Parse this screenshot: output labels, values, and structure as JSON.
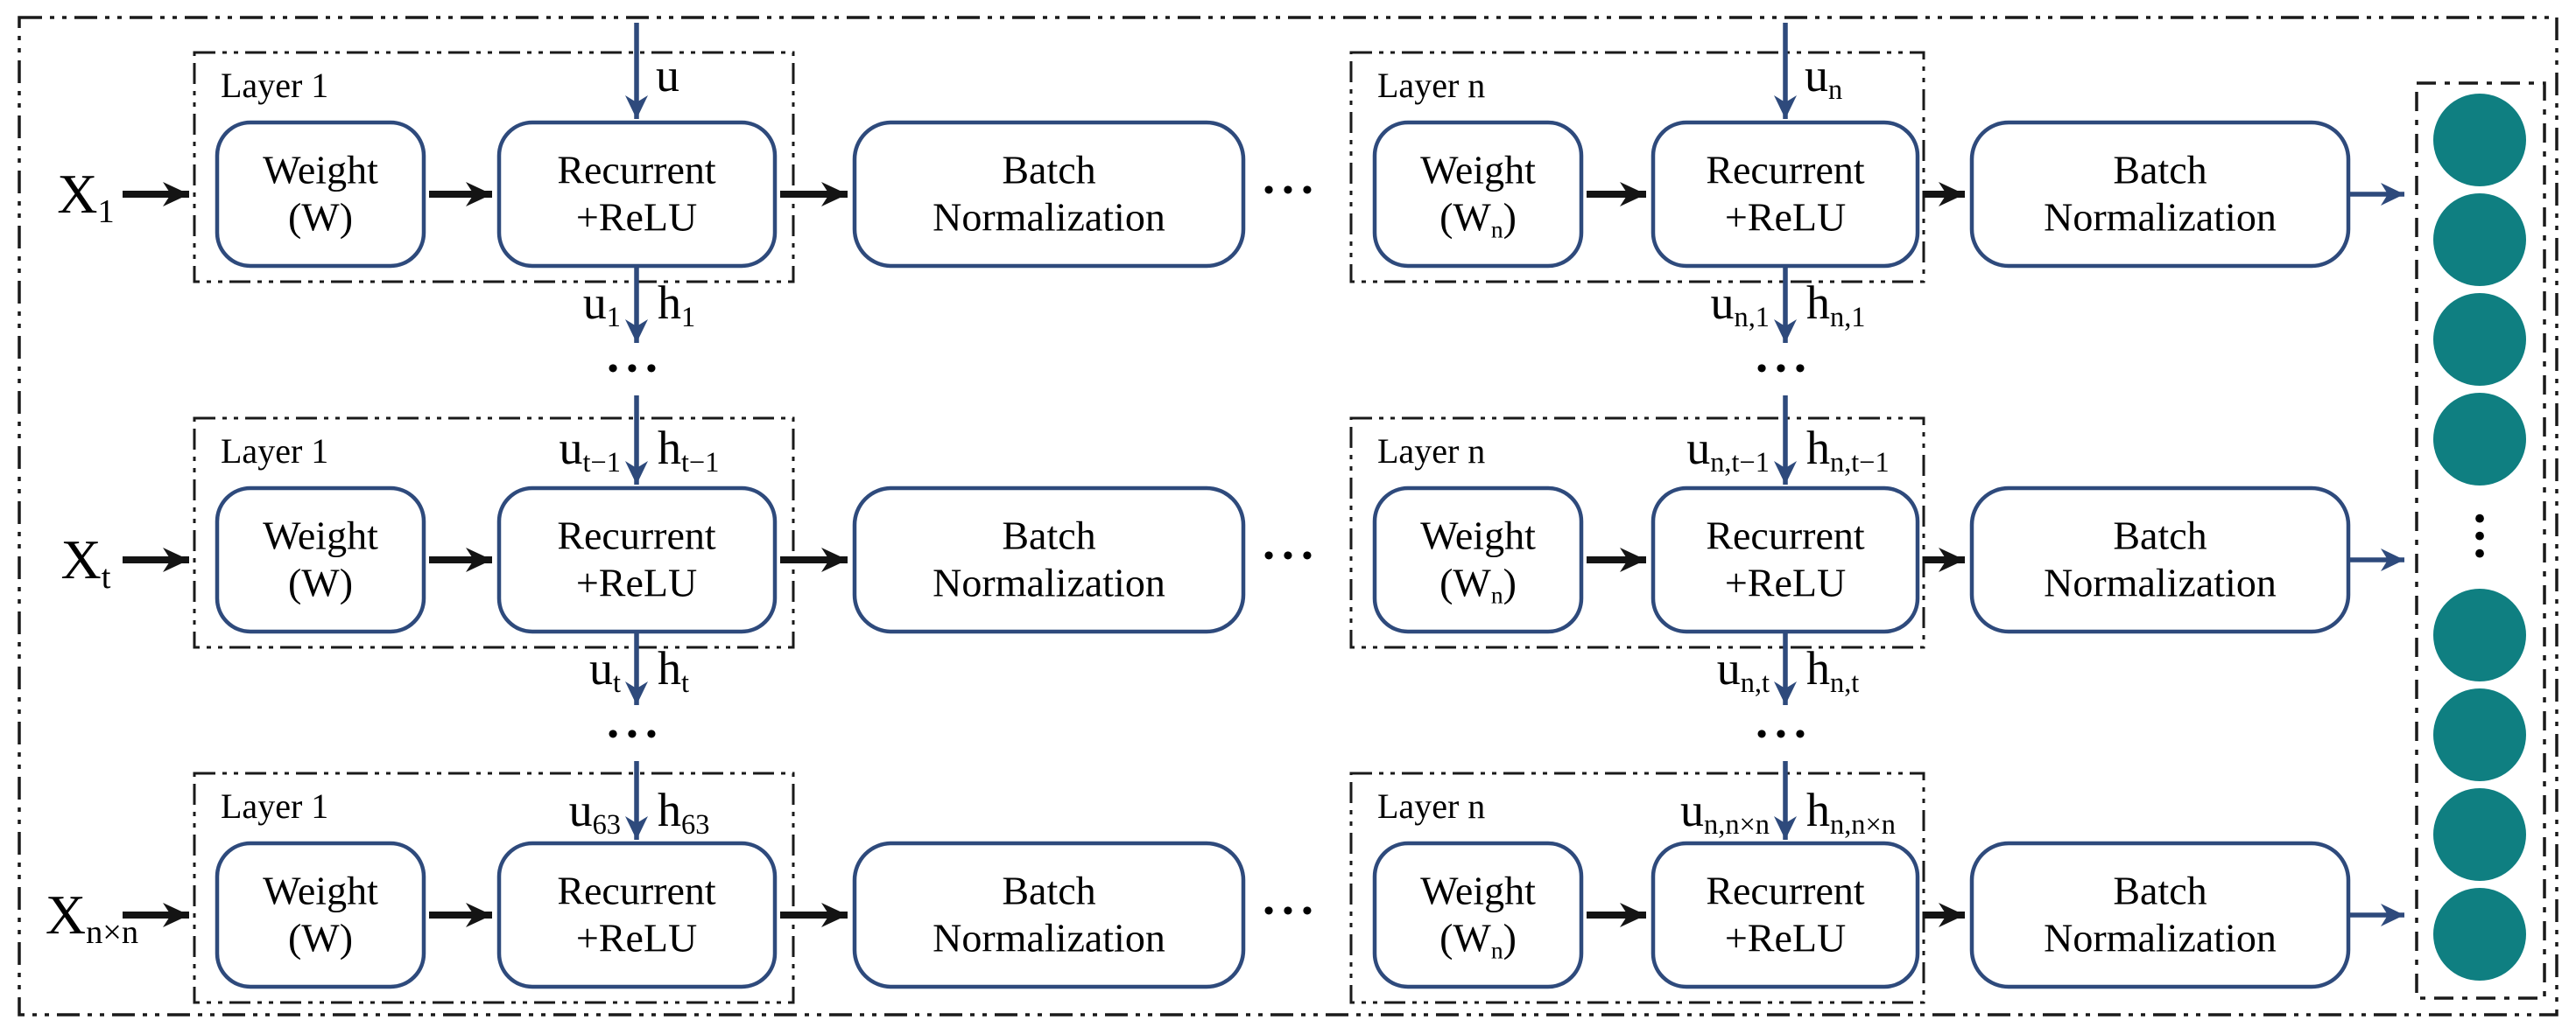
{
  "figure": {
    "description": "Deep recurrent neural network with batch normalization, n layers unrolled over time steps, feeding a teal output neuron column",
    "colors": {
      "box_border": "#2e4a7c",
      "blue_arrow": "#2e4a7c",
      "black_arrow": "#141414",
      "dashed_border": "#1a1a1a",
      "neuron_fill": "#0f7f81"
    },
    "glyphs": {
      "hdots": "•••",
      "vdots": "•\n•\n•"
    },
    "rows": [
      {
        "input_base": "X",
        "input_sub": "1",
        "left_layer_title": "Layer 1",
        "left_weight_line1": "Weight",
        "left_weight_pre": "(W",
        "left_weight_sub": "",
        "left_weight_post": ")",
        "left_recurrent_line1": "Recurrent",
        "left_recurrent_line2": "+ReLU",
        "left_bn_line1": "Batch",
        "left_bn_line2": "Normalization",
        "right_layer_title": "Layer n",
        "right_weight_line1": "Weight",
        "right_weight_pre": "(W",
        "right_weight_sub": "n",
        "right_weight_post": ")",
        "right_recurrent_line1": "Recurrent",
        "right_recurrent_line2": "+ReLU",
        "right_bn_line1": "Batch",
        "right_bn_line2": "Normalization"
      },
      {
        "input_base": "X",
        "input_sub": "t",
        "left_layer_title": "Layer 1",
        "left_weight_line1": "Weight",
        "left_weight_pre": "(W",
        "left_weight_sub": "",
        "left_weight_post": ")",
        "left_recurrent_line1": "Recurrent",
        "left_recurrent_line2": "+ReLU",
        "left_bn_line1": "Batch",
        "left_bn_line2": "Normalization",
        "right_layer_title": "Layer n",
        "right_weight_line1": "Weight",
        "right_weight_pre": "(W",
        "right_weight_sub": "n",
        "right_weight_post": ")",
        "right_recurrent_line1": "Recurrent",
        "right_recurrent_line2": "+ReLU",
        "right_bn_line1": "Batch",
        "right_bn_line2": "Normalization"
      },
      {
        "input_base": "X",
        "input_sub": "n×n",
        "left_layer_title": "Layer 1",
        "left_weight_line1": "Weight",
        "left_weight_pre": "(W",
        "left_weight_sub": "",
        "left_weight_post": ")",
        "left_recurrent_line1": "Recurrent",
        "left_recurrent_line2": "+ReLU",
        "left_bn_line1": "Batch",
        "left_bn_line2": "Normalization",
        "right_layer_title": "Layer n",
        "right_weight_line1": "Weight",
        "right_weight_pre": "(W",
        "right_weight_sub": "n",
        "right_weight_post": ")",
        "right_recurrent_line1": "Recurrent",
        "right_recurrent_line2": "+ReLU",
        "right_bn_line1": "Batch",
        "right_bn_line2": "Normalization"
      }
    ],
    "left_chain": {
      "u_base": "u",
      "h_base": "h",
      "top_sub": "",
      "out1_u_sub": "1",
      "out1_h_sub": "1",
      "in2_u_sub": "t−1",
      "in2_h_sub": "t−1",
      "out2_u_sub": "t",
      "out2_h_sub": "t",
      "in3_u_sub": "63",
      "in3_h_sub": "63"
    },
    "right_chain": {
      "u_base": "u",
      "h_base": "h",
      "top_sub": "n",
      "out1_u_sub": "n,1",
      "out1_h_sub": "n,1",
      "in2_u_sub": "n,t−1",
      "in2_h_sub": "n,t−1",
      "out2_u_sub": "n,t",
      "out2_h_sub": "n,t",
      "in3_u_sub": "n,n×n",
      "in3_h_sub": "n,n×n"
    },
    "output_layer": {
      "neuron_count": 8,
      "neurons_above_dots": 4,
      "neurons_below_dots": 4,
      "neuron_color": "#0f7f81"
    }
  }
}
